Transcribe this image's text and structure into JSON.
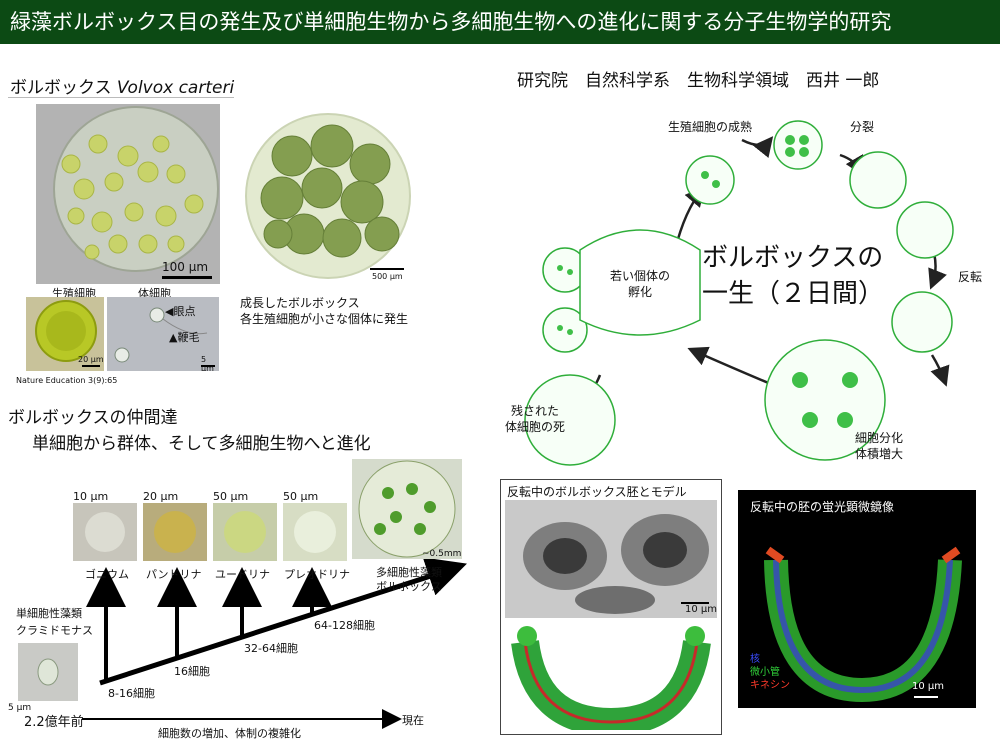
{
  "title": "緑藻ボルボックス目の発生及び単細胞生物から多細胞生物への進化に関する分子生物学的研究",
  "author": "研究院　自然科学系　生物科学領域　西井 一郎",
  "volvox": {
    "heading_jp": "ボルボックス",
    "heading_latin": "Volvox carteri",
    "scale_100": "100 μm",
    "label_gonidia": "生殖細胞",
    "label_somatic": "体細胞",
    "scale_20": "20 μm",
    "scale_5": "5 μm",
    "eyespot": "◀眼点",
    "flagella": "▲鞭毛",
    "citation": "Nature Education 3(9):65",
    "scale_500": "500 μm",
    "caption_line1": "成長したボルボックス",
    "caption_line2": "各生殖細胞が小さな個体に発生"
  },
  "lifecycle": {
    "title_line1": "ボルボックスの",
    "title_line2": "一生（２日間）",
    "gonidia_mature": "生殖細胞の成熟",
    "division": "分裂",
    "inversion": "反転",
    "diff_line1": "細胞分化",
    "diff_line2": "体積増大",
    "hatch_line1": "若い個体の",
    "hatch_line2": "孵化",
    "death_line1": "残された",
    "death_line2": "体細胞の死"
  },
  "evolution": {
    "heading1": "ボルボックスの仲間達",
    "heading2": "単細胞から群体、そして多細胞生物へと進化",
    "unicell_line1": "単細胞性藻類",
    "unicell_line2": "クラミドモナス",
    "unicell_scale": "5 μm",
    "gonium": "ゴニウム",
    "pandorina": "パンドリナ",
    "eudorina": "ユードリナ",
    "pleodorina": "プレオドリナ",
    "multi_line1": "多細胞性藻類",
    "multi_line2": "ボルボックス",
    "s10": "10 μm",
    "s20": "20 μm",
    "s50a": "50 μm",
    "s50b": "50 μm",
    "s05": "~0.5mm",
    "c8_16": "8-16細胞",
    "c16": "16細胞",
    "c32_64": "32-64細胞",
    "c64_128": "64-128細胞",
    "past": "2.2億年前",
    "present": "現在",
    "axis": "細胞数の増加、体制の複雑化"
  },
  "inversion_box": {
    "title": "反転中のボルボックス胚とモデル",
    "scale": "10 μm"
  },
  "fluor_box": {
    "title": "反転中の胚の蛍光顕微鏡像",
    "nucleus": "核",
    "microtubule": "微小管",
    "kinesin": "キネシン",
    "scale": "10 μm",
    "color_nucleus": "#3a4cff",
    "color_microtubule": "#31d23a",
    "color_kinesin": "#ff3a2a"
  }
}
